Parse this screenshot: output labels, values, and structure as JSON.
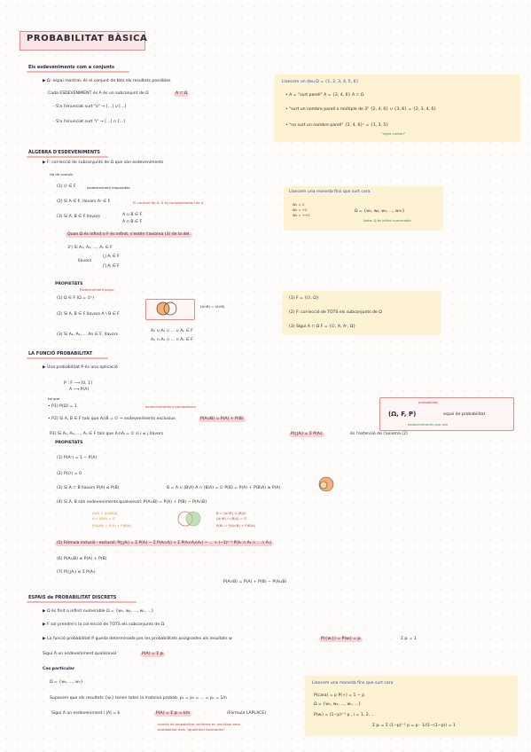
{
  "title": "PROBABILITAT BÀSICA",
  "s1": {
    "heading": "Els esdeveniments com a conjunts",
    "l1": "▶ Ω: espai mostral, és el conjunt de tots els resultats possibles",
    "l2": "Cada ESDEVENIMENT és A és un subconjunt de Ω",
    "l2b": "A ⊂ Ω",
    "l3": "- S'a l'enunciat surt \"o\" → […] ∪ […]",
    "l4": "- S'a l'enunciat surt \"i\" → […] ∩ […]",
    "note": {
      "l1": "Llancem un dau    Ω = {1, 2, 3, 4, 5, 6}",
      "l2": "• A = \"surt parell\"    A = {2, 4, 6}    A ⊂ Ω",
      "l3": "• \"surt un nombre parell o múltiple de 3\"    {2, 4, 6} ∪ {3, 6} = {2, 3, 4, 6}",
      "l4": "• \"no surt un nombre parell\"    {2, 4, 6}ᶜ = {1, 3, 5}",
      "l5": "\"regla contari\""
    }
  },
  "s2": {
    "heading": "ÀLGEBRA D'ESDEVENIMENTS",
    "l1": "▶ F: col·lecció de subconjunts de Ω que són esdeveniments",
    "l2": "Ha de complir",
    "p1": "(1) ∅ ∈ F",
    "p1n": "esdeveniment impossible",
    "p2": "(2) Si A ∈ F, llavors Aᶜ ∈ F",
    "p2n": "El contrari de A: Ā és complementari de A",
    "p3": "(3) Si A, B ∈ F llavors",
    "p3a": "A ∪ B ∈ F",
    "p3b": "A ∩ B ∈ F",
    "p4": "Quan Ω és infinit o F és infinit, s'estén l'axioma (3) de la del.",
    "p5": "3') Si A₁, A₂, ..., Aₙ ∈ F",
    "p5a": "⋃ Aᵢ ∈ F",
    "p5b": "⋂ Aᵢ ∈ F",
    "p5c": "llavors",
    "prop": "PROPIETATS",
    "propn": "Esdeveniment segur",
    "q1": "(1) Ω ∈ F    (Ω = ∅ᶜ)",
    "q1n": "(A∩B) = (A∩B)",
    "q2": "(2) Si A, B ∈ F llavors A \\ B ∈ F",
    "q3": "(3) Si A₁, A₂, ... An ∈ F, llavors",
    "q3a": "A₁ ∪ A₂ ∪ ... ∪ Aₙ ∈ F",
    "q3b": "A₁ ∩ A₂ ∩ ... ∩ Aₙ ∈ F",
    "note1": {
      "l1": "Llancem una moneda fins que surt cara.",
      "l2": "W₁ = C",
      "l3": "W₂ = +C",
      "l4": "W₃ = ++C",
      "l5": "Ω = {w₁, w₂, w₃, ..., w∞}",
      "l6": "Nota: Ω és infinit numerable"
    },
    "note2": {
      "l1": "(1) F = {∅, Ω}",
      "l2": "(2) F: col·lecció de TOTS els subconjunts de Ω",
      "l3": "(3) Siguí A ⊂ Ω    F = {∅, A, Aᶜ, Ω}"
    }
  },
  "s3": {
    "heading": "LA FUNCIÓ PROBABILITAT",
    "l1": "▶ Una probabilitat P és una aplicació",
    "l2": "P : F ⟶ [0, 1]",
    "l3": "A ⟶ P(A)",
    "l4": "tal que",
    "a1": "• P1) P(Ω) = 1",
    "a2": "• P2) Si A, B ∈ F tals que A∩B = ∅ → esdeveniments exclusius",
    "a2b": "P(A∪B) = P(A) + P(B)",
    "a2n": "esdeveniments incompatibles",
    "a3": "P3) Si A₁, A₂, ..., Aₙ ∈ F tals que Aᵢ∩Aⱼ = ∅ si i ≠ j llavors",
    "a3b": "P(⋃Aᵢ) = Σ P(Aᵢ)",
    "a3c": "és l'extensió de l'axioma (2)",
    "box": "(Ω, F, P)",
    "boxn1": "espai de probabilitat",
    "boxn2": "esdeveniments que són",
    "boxn3": "probabilitat",
    "prop": "PROPIETATS",
    "r1": "(1) P(Aᶜ) = 1 − P(A)",
    "r2": "(2) P(∅) = 0",
    "r3": "(3) Si A ⊂ B llavors P(A) ≤ P(B)",
    "r3b": "B = A ∪ (B\\A)    A ∩ (B\\A) = ∅    P(B) = P(A) + P(B\\A) ≥ P(A)",
    "r4": "(4) Si A, B són esdeveniments qualssevol:  P(A∪B) = P(A) + P(B) − P(A∩B)",
    "r4a": "A∪B = A∪(B\\A)",
    "r4b": "A ∩ (B\\A) = ∅",
    "r4c": "P(A∪B) = P(A) + P(B\\A)",
    "r4d": "B = (A∩B) ∪ (B\\A)",
    "r4e": "(A∩B) ∩ (B\\A) = ∅",
    "r4f": "P(B) = P(A∩B) + P(B\\A)",
    "r5": "(5) Fórmula inclusió - exclusió:  P(⋃Aᵢ) = Σ P(Aᵢ) − Σ P(Aᵢ∩Aⱼ) + Σ P(Aᵢ∩Aⱼ∩Aₖ) − ... + (−1)ⁿ⁻¹ P(A₁ ∩ A₂ ∩ ... ∩ Aₙ)",
    "r6": "(6) P(A∪B) ≤ P(A) + P(B)",
    "r7": "(7) P(⋃Aᵢ) ≤ Σ P(Aᵢ)",
    "r8": "P(A∩B) = P(A) + P(B) − P(A∪B)"
  },
  "s4": {
    "heading": "ESPAIS de PROBABILITAT DISCRETS",
    "l1": "▶ Ω és finit o infinit numerable    Ω = {w₁, w₂, ..., wₙ, ...}",
    "l2": "▶ F sol prendre's la col·lecció de TOTS els subconjunts de Ω",
    "l3": "▶ La funció probabilitat P queda determinada per les probabilitats assignades als resultats w",
    "l3b": "P({wᵢ}) = P(wᵢ) = pᵢ",
    "l3c": "Σ pᵢ = 1",
    "l4": "Sigui A un esdeveniment qualssevol",
    "l4b": "P(A) = Σ pᵢ",
    "l5": "Cas particular",
    "l6": "Ω = {w₁, ..., wₙ}",
    "l7": "Suposem que els resultats {wᵢ} tenen totes la mateixa probab.   p₁ = p₂ = ... = pₙ = 1/n",
    "l8": "Sigui A un esdeveniment i |A| = k",
    "l8b": "P(A) = Σ pᵢ = k/n",
    "l8c": "(Fórmula LAPLACE)",
    "l9": "només és probabilitat uniforme en resultats amb",
    "l10": "probabilitat dels \"igualment favorables\"",
    "note": {
      "l1": "Llancem una moneda fins que surt cara",
      "l2": "P(cara) = p    P(+) = 1 − p",
      "l3": "Ω = {w₁, w₂, ..., wₙ, ...}",
      "l4": "P(wᵢ) = (1−p)ⁱ⁻¹ p ,  i = 1, 2, ...",
      "l5": "Σ pᵢ = Σ (1−p)ⁱ⁻¹ p = p · 1/(1−(1−p)) = 1"
    }
  }
}
